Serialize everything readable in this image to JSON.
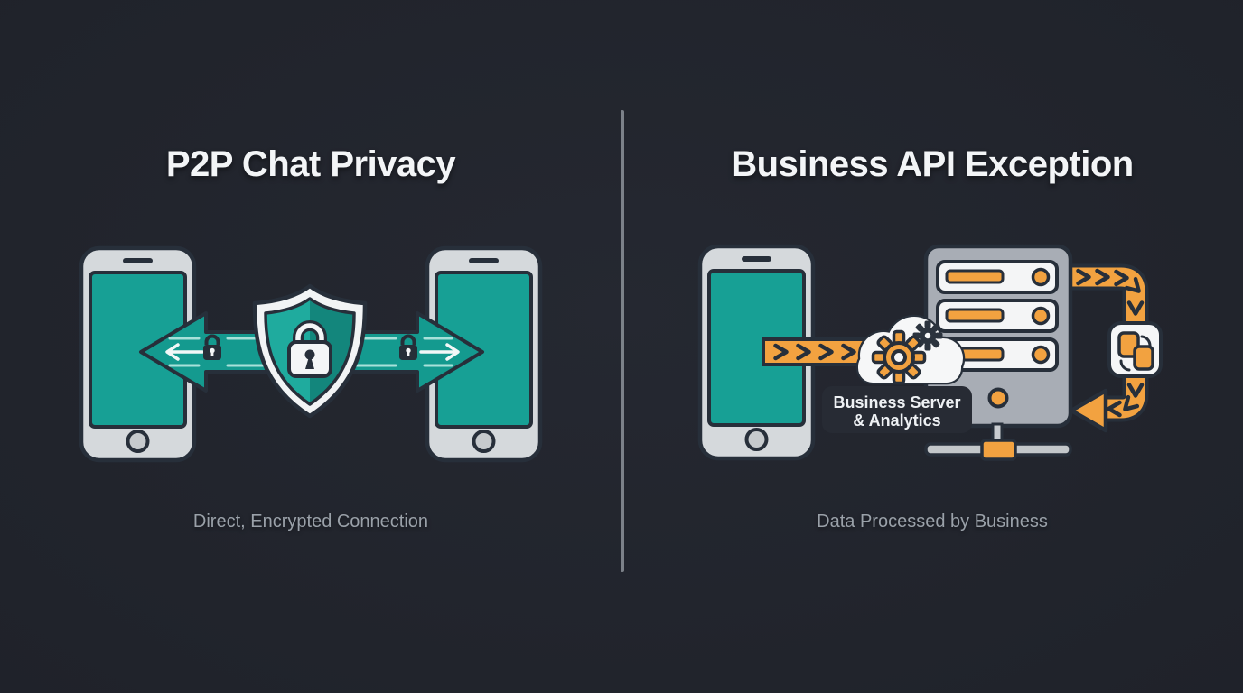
{
  "page": {
    "background_color": "#22252e",
    "outline_color": "#272f3a",
    "divider_color": "#868c94"
  },
  "left_panel": {
    "title": "P2P Chat Privacy",
    "caption": "Direct, Encrypted Connection",
    "colors": {
      "teal_band": "#149a8f",
      "screen_teal": "#17a095",
      "shield_left": "#1fab9e",
      "shield_right": "#13867c",
      "phone_body": "#d5d9dc",
      "white": "#f4f6f7"
    },
    "icons": {
      "left_phone": "smartphone-icon",
      "right_phone": "smartphone-icon",
      "arrows": "bidirectional-encrypted-arrows-icon",
      "band_locks": "padlock-mini-icon",
      "shield": "shield-lock-icon"
    }
  },
  "right_panel": {
    "title": "Business API Exception",
    "caption": "Data Processed by Business",
    "server_label": {
      "line1": "Business Server",
      "line2": "& Analytics"
    },
    "colors": {
      "orange": "#f2a240",
      "server_gray": "#a8adb5",
      "cloud_white": "#f6f7f8",
      "badge_bg": "#272b34"
    },
    "icons": {
      "phone": "smartphone-icon",
      "data_band": "data-flow-band-icon",
      "cloud": "cloud-processing-icon",
      "gear_large": "gear-icon",
      "gear_small": "gear-icon",
      "server": "server-rack-icon",
      "sync": "data-sync-copy-icon",
      "flow_loop": "data-flow-loop-arrow-icon"
    }
  }
}
